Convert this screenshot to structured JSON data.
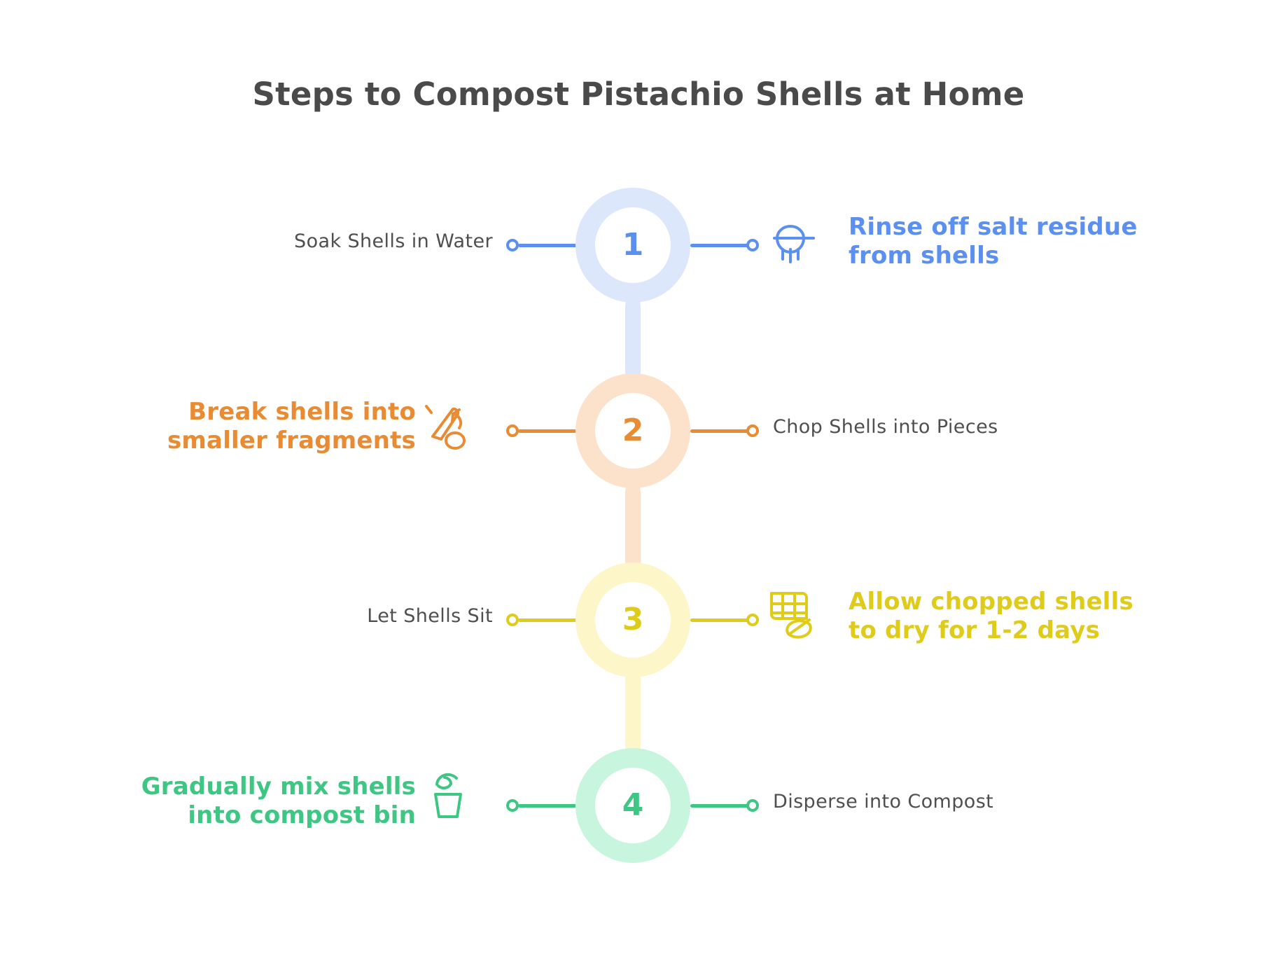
{
  "page": {
    "title": "Steps to Compost Pistachio Shells at Home",
    "background": "#ffffff",
    "title_color": "#4a4a4a"
  },
  "steps": [
    {
      "number": "1",
      "color": "#5B8FF0",
      "ring_color": "#dde7fb",
      "side": "left",
      "short_label": "Soak Shells in Water",
      "description": "Rinse off salt residue\nfrom shells",
      "icon": "shower-head-icon"
    },
    {
      "number": "2",
      "color": "#E98B33",
      "ring_color": "#fce2cb",
      "side": "right",
      "short_label": "Chop Shells into Pieces",
      "description": "Break shells into\nsmaller fragments",
      "icon": "knife-chop-icon"
    },
    {
      "number": "3",
      "color": "#DFCB1A",
      "ring_color": "#fcf6c9",
      "side": "left",
      "short_label": "Let Shells Sit",
      "description": "Allow chopped shells\nto dry for 1-2 days",
      "icon": "drying-rack-icon"
    },
    {
      "number": "4",
      "color": "#3DC783",
      "ring_color": "#c8f5dd",
      "side": "right",
      "short_label": "Disperse into Compost",
      "description": "Gradually mix shells\ninto compost bin",
      "icon": "compost-bin-icon"
    }
  ]
}
